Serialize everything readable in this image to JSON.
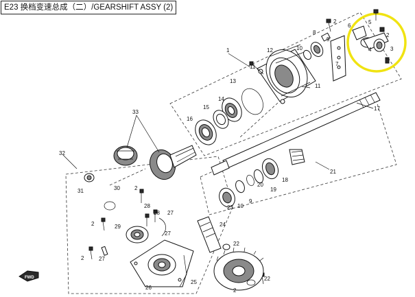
{
  "title": "E23 换档变速总成（二）/GEARSHIFT ASSY (2)",
  "colors": {
    "highlight": "#f0e312",
    "line": "#111111",
    "background": "#ffffff"
  },
  "callouts": {
    "c1": "1",
    "c2a": "2",
    "c2b": "2",
    "c2c": "2",
    "c2d": "2",
    "c2e": "2",
    "c2f": "2",
    "c3": "3",
    "c4": "4",
    "c5": "5",
    "c6": "6",
    "c7": "7",
    "c8": "8",
    "c9a": "9",
    "c9b": "9",
    "c10a": "10",
    "c10b": "10",
    "c11a": "11",
    "c11b": "11",
    "c12": "12",
    "c13": "13",
    "c14": "14",
    "c15": "15",
    "c16": "16",
    "c17": "17",
    "c18": "18",
    "c19": "19",
    "c20": "20",
    "c21": "21",
    "c22a": "22",
    "c22b": "22",
    "c23": "23",
    "c24": "24",
    "c25": "25",
    "c26": "26",
    "c27a": "27",
    "c27b": "27",
    "c28a": "28",
    "c28b": "28",
    "c29": "29",
    "c30": "30",
    "c31": "31",
    "c32": "32",
    "c33": "33"
  },
  "icons": {
    "front_arrow": "FWD"
  }
}
